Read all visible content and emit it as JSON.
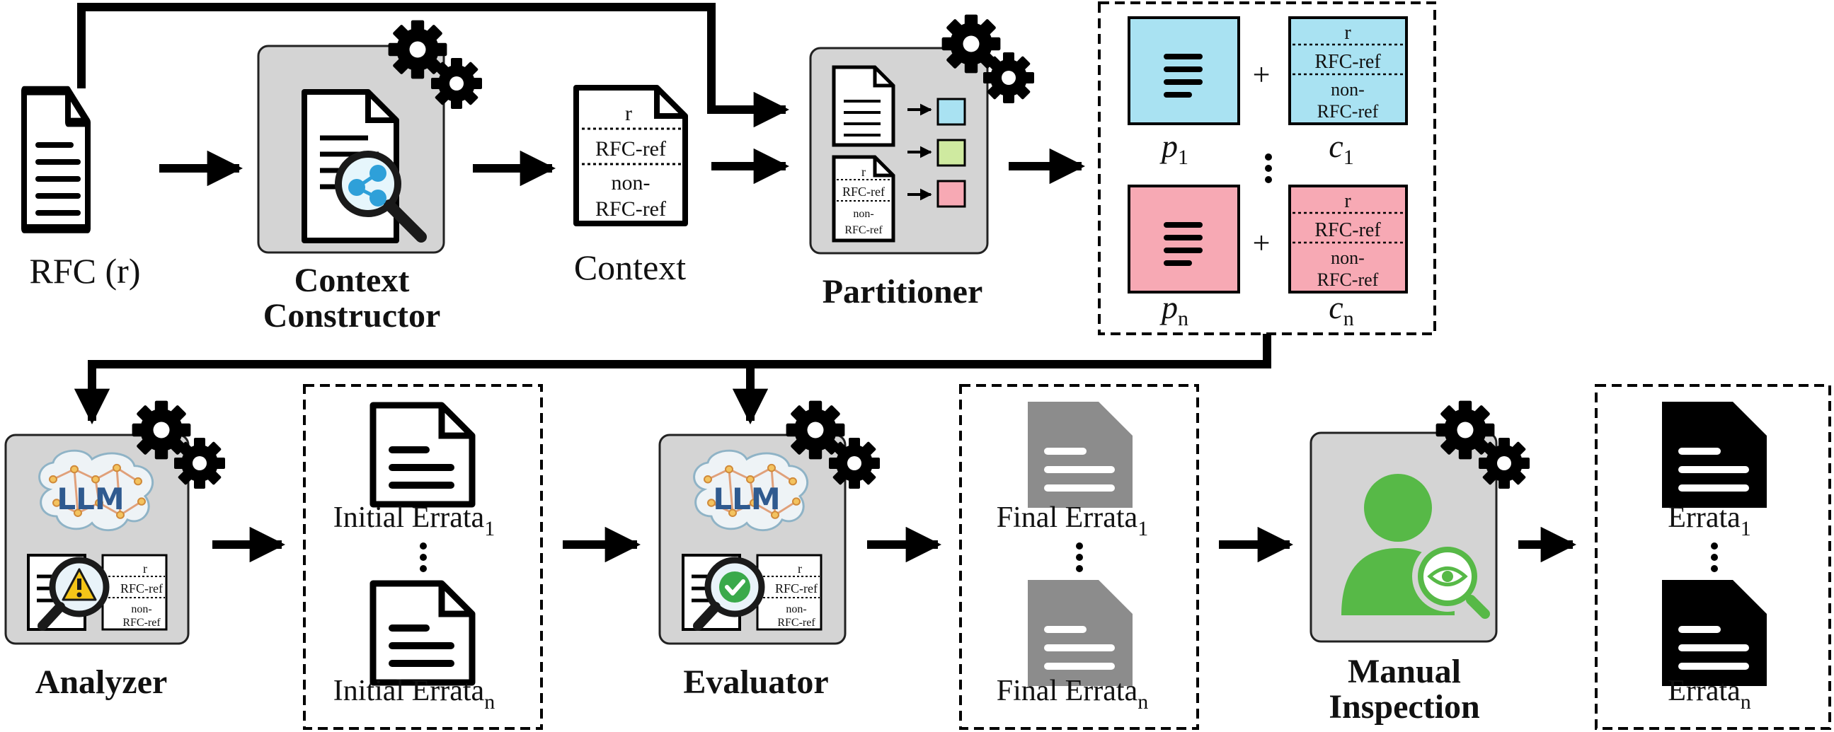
{
  "labels": {
    "rfc": "RFC (r)",
    "context_constructor_l1": "Context",
    "context_constructor_l2": "Constructor",
    "context": "Context",
    "partitioner": "Partitioner",
    "analyzer": "Analyzer",
    "evaluator": "Evaluator",
    "manual_l1": "Manual",
    "manual_l2": "Inspection"
  },
  "context_doc": {
    "r": "r",
    "rfc_ref": "RFC-ref",
    "non_l1": "non-",
    "non_l2": "RFC-ref"
  },
  "partition": {
    "plus": "+",
    "p1": "p",
    "p1_sub": "1",
    "c1": "c",
    "c1_sub": "1",
    "pn": "p",
    "pn_sub": "n",
    "cn": "c",
    "cn_sub": "n"
  },
  "llm": "LLM",
  "errata": {
    "initial": "Initial Errata",
    "initial_sub1": "1",
    "initial_subn": "n",
    "final": "Final Errata",
    "final_sub1": "1",
    "final_subn": "n",
    "plain": "Errata",
    "plain_sub1": "1",
    "plain_subn": "n"
  },
  "colors": {
    "blue": "#a9e2f2",
    "green": "#cfeaa0",
    "pink": "#f7a9b4",
    "panel": "#d4d4d4",
    "manual_green": "#57b947",
    "gray_doc": "#8c8c8c",
    "warning": "#f5c518",
    "check": "#3aa94b"
  }
}
